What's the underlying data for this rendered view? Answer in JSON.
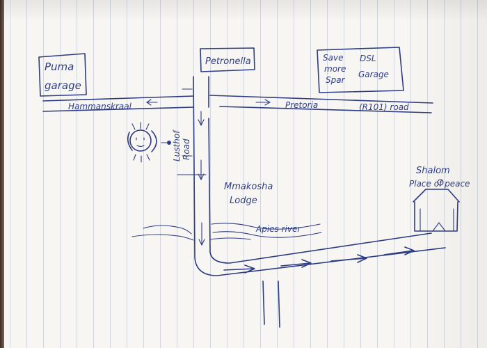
{
  "map": {
    "labels": {
      "puma_garage": [
        "Puma",
        "garage"
      ],
      "petronella": "Petronella",
      "save_more_spar": [
        "Save",
        "more",
        "Spar"
      ],
      "dsl_garage": [
        "DSL",
        "Garage"
      ],
      "hammanskraal": "Hammanskraal",
      "pretoria_road": "Pretoria",
      "r101_road": "(R101) road",
      "lusthof_road": [
        "Lusthof",
        "Road"
      ],
      "mmakosha_lodge": [
        "Mmakosha",
        "Lodge"
      ],
      "apies_river": "Apies river",
      "shalom": "Shalom",
      "place_of_peace": "Place of peace"
    },
    "colors": {
      "ink": "#2d3b82",
      "paper": "#f7f6f3",
      "rule_line": "#7882aa"
    },
    "icons": [
      "person-sketch-icon",
      "house-icon",
      "direction-arrow-icon"
    ]
  }
}
